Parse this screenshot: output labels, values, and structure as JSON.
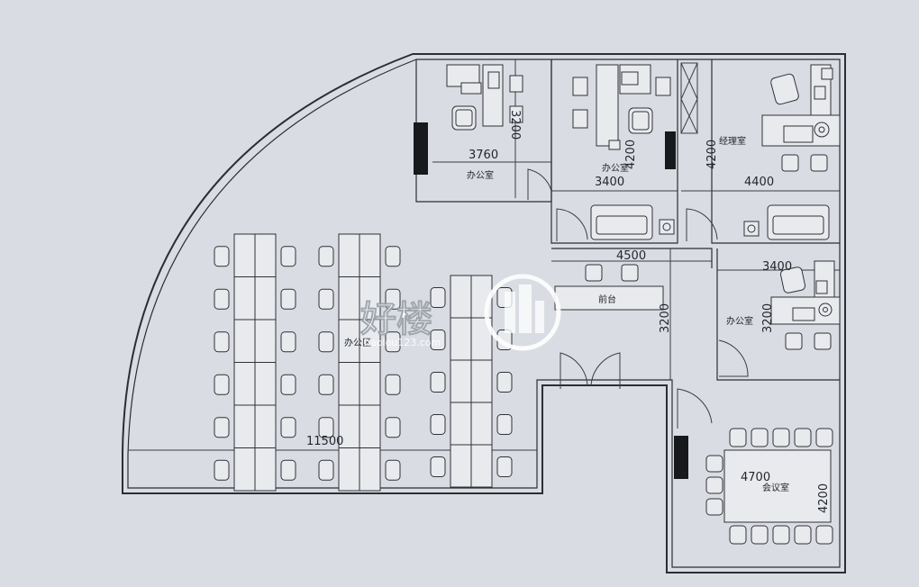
{
  "rooms": {
    "office_top_left": "办公室",
    "office_top_mid": "办公室",
    "manager_room": "经理室",
    "office_right": "办公室",
    "open_office": "办公区",
    "reception": "前台",
    "meeting_room": "会议室"
  },
  "dimensions": {
    "d_3760": "3760",
    "d_3200_top": "3200",
    "d_4200_a": "4200",
    "d_3400_a": "3400",
    "d_4200_b": "4200",
    "d_4400": "4400",
    "d_4500": "4500",
    "d_3400_b": "3400",
    "d_3200_mid": "3200",
    "d_3200_right": "3200",
    "d_11500": "11500",
    "d_4700": "4700",
    "d_4200_c": "4200"
  },
  "watermark": {
    "brand": "好楼",
    "url": "haolou123.com"
  }
}
